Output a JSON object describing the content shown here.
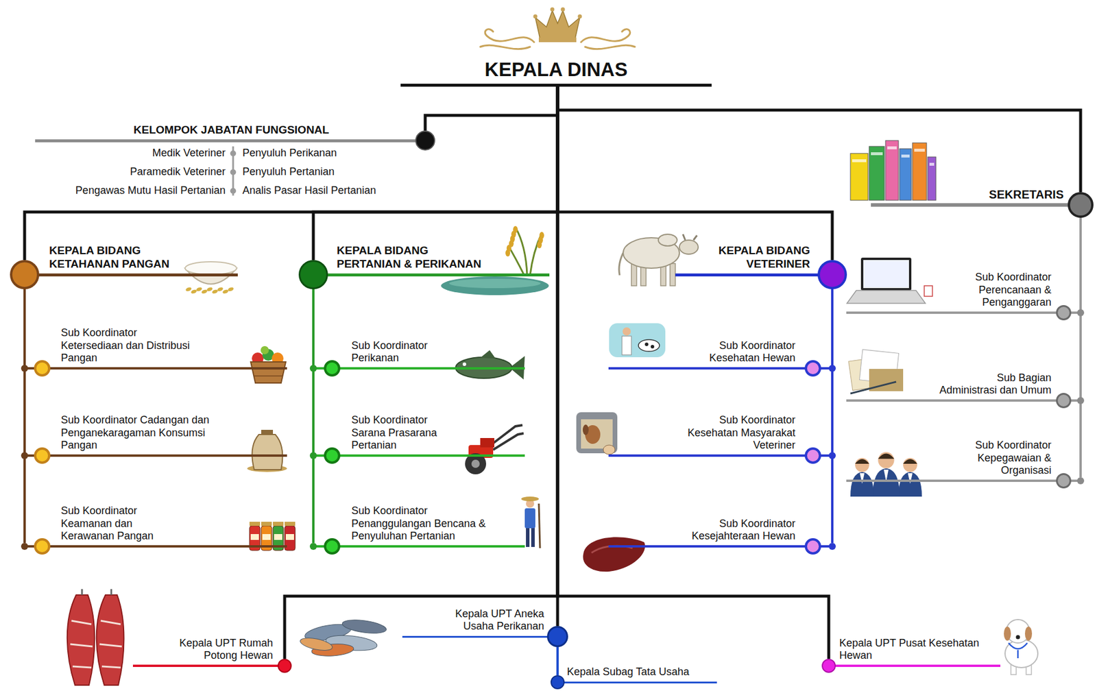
{
  "diagram": {
    "nodes": [
      {
        "text": [
          "KEPALA DINAS"
        ]
      },
      {
        "text": [
          "KELOMPOK JABATAN FUNGSIONAL",
          "Medik Veteriner",
          "Penyuluh Perikanan",
          "Paramedik Veteriner",
          "Penyuluh Pertanian",
          "Pengawas Mutu Hasil Pertanian",
          "Analis Pasar Hasil Pertanian"
        ]
      },
      {
        "text": [
          "SEKRETARIS"
        ]
      },
      {
        "text": [
          "Sub Koordinator Perencanaan & Penganggaran"
        ]
      },
      {
        "text": [
          "Sub Bagian Administrasi dan Umum"
        ]
      },
      {
        "text": [
          "Sub Koordinator Kepegawaian & Organisasi"
        ]
      },
      {
        "text": [
          "KEPALA BIDANG KETAHANAN PANGAN"
        ]
      },
      {
        "text": [
          "Sub Koordinator Ketersediaan dan Distribusi Pangan"
        ]
      },
      {
        "text": [
          "Sub Koordinator Cadangan dan Penganekaragaman Konsumsi Pangan"
        ]
      },
      {
        "text": [
          "Sub Koordinator Keamanan dan Kerawanan Pangan"
        ]
      },
      {
        "text": [
          "KEPALA BIDANG PERTANIAN & PERIKANAN"
        ]
      },
      {
        "text": [
          "Sub Koordinator Perikanan"
        ]
      },
      {
        "text": [
          "Sub Koordinator Sarana Prasarana Pertanian"
        ]
      },
      {
        "text": [
          "Sub Koordinator Penanggulangan Bencana & Penyuluhan Pertanian"
        ]
      },
      {
        "text": [
          "KEPALA BIDANG VETERINER"
        ]
      },
      {
        "text": [
          "Sub Koordinator Kesehatan Hewan"
        ]
      },
      {
        "text": [
          "Sub Koordinator Kesehatan Masyarakat Veteriner"
        ]
      },
      {
        "text": [
          "Sub Koordinator Kesejahteraan Hewan"
        ]
      },
      {
        "text": [
          "Kepala UPT Rumah Potong Hewan"
        ]
      },
      {
        "text": [
          "Kepala UPT Aneka Usaha Perikanan"
        ]
      },
      {
        "text": [
          "Kepala Subag Tata Usaha"
        ]
      },
      {
        "text": [
          "Kepala UPT Pusat Kesehatan Hewan"
        ]
      }
    ],
    "edges": [
      {
        "from": 0,
        "to": 1,
        "arrow": "none"
      },
      {
        "from": 0,
        "to": 2,
        "arrow": "none"
      },
      {
        "from": 2,
        "to": 3,
        "arrow": "none"
      },
      {
        "from": 2,
        "to": 4,
        "arrow": "none"
      },
      {
        "from": 2,
        "to": 5,
        "arrow": "none"
      },
      {
        "from": 0,
        "to": 6,
        "arrow": "none"
      },
      {
        "from": 6,
        "to": 7,
        "arrow": "none"
      },
      {
        "from": 6,
        "to": 8,
        "arrow": "none"
      },
      {
        "from": 6,
        "to": 9,
        "arrow": "none"
      },
      {
        "from": 0,
        "to": 10,
        "arrow": "none"
      },
      {
        "from": 10,
        "to": 11,
        "arrow": "none"
      },
      {
        "from": 10,
        "to": 12,
        "arrow": "none"
      },
      {
        "from": 10,
        "to": 13,
        "arrow": "none"
      },
      {
        "from": 0,
        "to": 14,
        "arrow": "none"
      },
      {
        "from": 14,
        "to": 15,
        "arrow": "none"
      },
      {
        "from": 14,
        "to": 16,
        "arrow": "none"
      },
      {
        "from": 14,
        "to": 17,
        "arrow": "none"
      },
      {
        "from": 0,
        "to": 18,
        "arrow": "none"
      },
      {
        "from": 0,
        "to": 19,
        "arrow": "none"
      },
      {
        "from": 19,
        "to": 20,
        "arrow": "none"
      },
      {
        "from": 0,
        "to": 21,
        "arrow": "none"
      }
    ]
  }
}
